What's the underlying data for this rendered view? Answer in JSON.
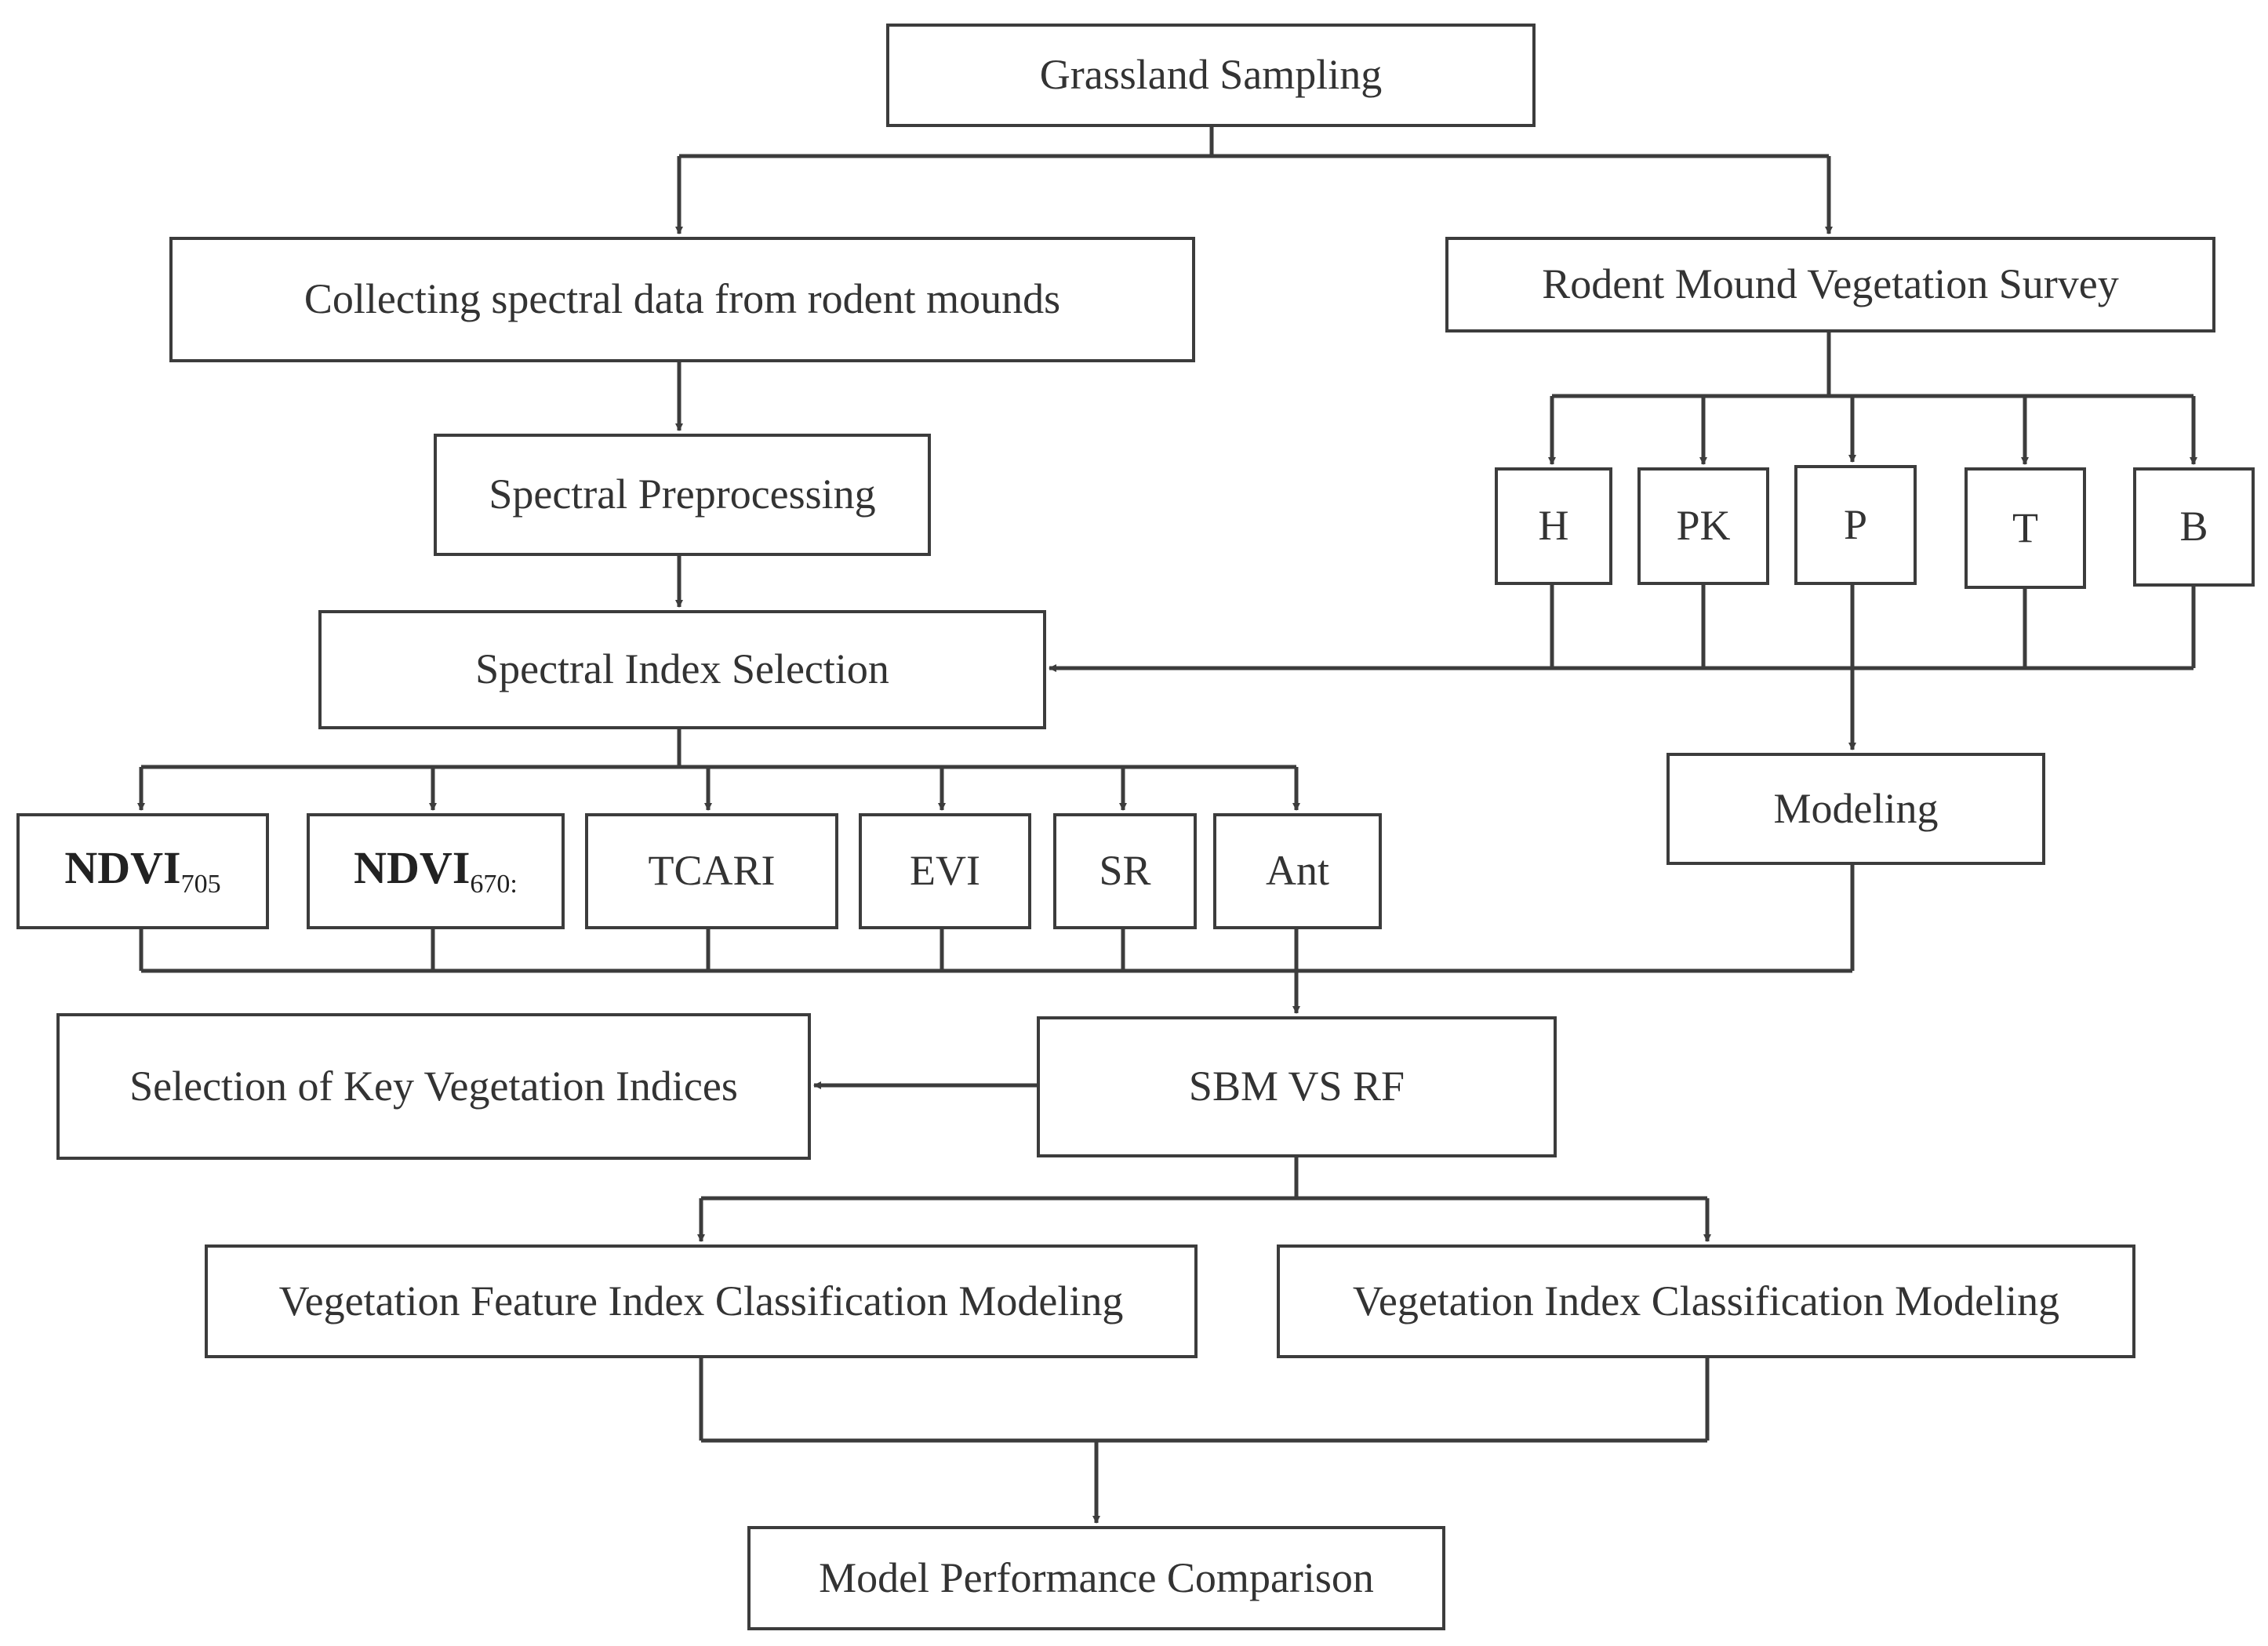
{
  "diagram": {
    "nodes": {
      "grassland_sampling": "Grassland Sampling",
      "collecting_spectral": "Collecting spectral data from rodent mounds",
      "mound_survey": "Rodent Mound Vegetation Survey",
      "spectral_preprocessing": "Spectral Preprocessing",
      "spectral_index_selection": "Spectral Index Selection",
      "survey_items": [
        "H",
        "PK",
        "P",
        "T",
        "B"
      ],
      "modeling": "Modeling",
      "indices": [
        {
          "name": "NDVI",
          "sub": "705"
        },
        {
          "name": "NDVI",
          "sub": "670:"
        },
        {
          "name": "TCARI"
        },
        {
          "name": "EVI"
        },
        {
          "name": "SR"
        },
        {
          "name": "Ant"
        }
      ],
      "selection_key_indices": "Selection of Key Vegetation Indices",
      "sbm_vs_rf": "SBM VS RF",
      "feature_index_modeling": "Vegetation Feature Index Classification Modeling",
      "index_modeling": "Vegetation Index Classification Modeling",
      "performance_comparison": "Model Performance Comparison"
    },
    "edges": [
      {
        "from": "grassland_sampling",
        "to": "collecting_spectral"
      },
      {
        "from": "grassland_sampling",
        "to": "mound_survey"
      },
      {
        "from": "collecting_spectral",
        "to": "spectral_preprocessing"
      },
      {
        "from": "spectral_preprocessing",
        "to": "spectral_index_selection"
      },
      {
        "from": "mound_survey",
        "to": "H"
      },
      {
        "from": "mound_survey",
        "to": "PK"
      },
      {
        "from": "mound_survey",
        "to": "P"
      },
      {
        "from": "mound_survey",
        "to": "T"
      },
      {
        "from": "mound_survey",
        "to": "B"
      },
      {
        "from": "H,PK,P,T,B",
        "to": "spectral_index_selection"
      },
      {
        "from": "H,PK,P,T,B",
        "to": "modeling"
      },
      {
        "from": "spectral_index_selection",
        "to": "NDVI705,NDVI670,TCARI,EVI,SR,Ant"
      },
      {
        "from": "NDVI705,NDVI670,TCARI,EVI,SR,Ant,modeling",
        "to": "sbm_vs_rf"
      },
      {
        "from": "sbm_vs_rf",
        "to": "selection_key_indices"
      },
      {
        "from": "sbm_vs_rf",
        "to": "feature_index_modeling"
      },
      {
        "from": "sbm_vs_rf",
        "to": "index_modeling"
      },
      {
        "from": "feature_index_modeling,index_modeling",
        "to": "performance_comparison"
      }
    ],
    "colors": {
      "line": "#3c3c3c",
      "text": "#333333",
      "background": "#ffffff"
    }
  }
}
